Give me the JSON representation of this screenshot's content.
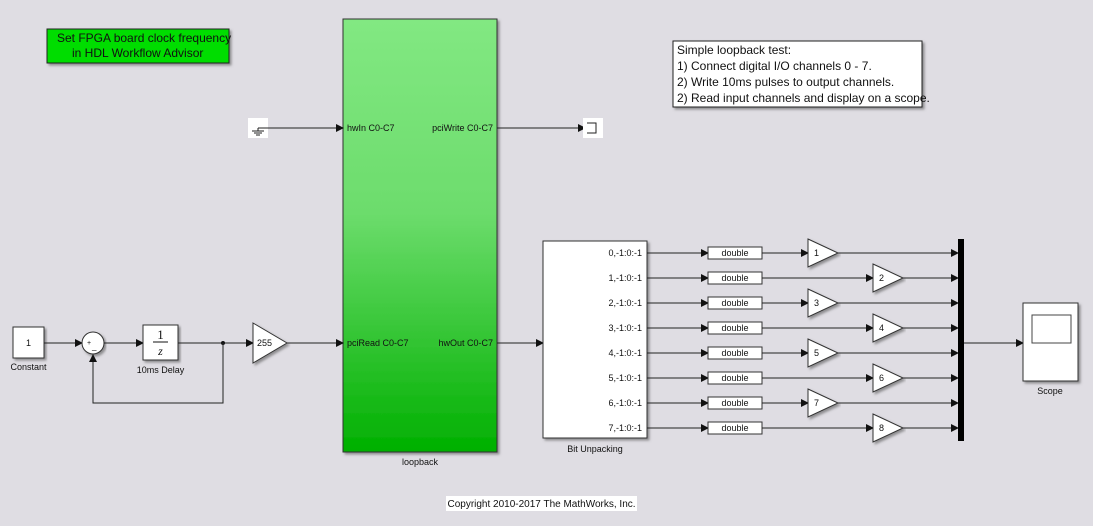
{
  "annotations": {
    "fpga_note": [
      "Set FPGA board clock frequency",
      "in HDL Workflow Advisor"
    ],
    "test_note": [
      "Simple loopback test:",
      "1) Connect digital I/O channels 0 - 7.",
      "2) Write 10ms pulses to output channels.",
      "2) Read input channels and display on a scope."
    ],
    "copyright": "Copyright 2010-2017 The MathWorks, Inc."
  },
  "blocks": {
    "constant": {
      "value": "1",
      "label": "Constant"
    },
    "sum": {
      "signs": "+-"
    },
    "delay": {
      "numerator": "1",
      "denominator": "z",
      "label": "10ms Delay"
    },
    "gain_main": {
      "value": "255"
    },
    "loopback": {
      "label": "loopback",
      "ports": {
        "hwIn": "hwIn C0-C7",
        "pciWrite": "pciWrite C0-C7",
        "pciRead": "pciRead C0-C7",
        "hwOut": "hwOut C0-C7"
      }
    },
    "bit_unpacking": {
      "label": "Bit Unpacking"
    },
    "scope": {
      "label": "Scope"
    }
  },
  "channels": [
    {
      "port": "0,-1:0:-1",
      "convert": "double",
      "gain": "1"
    },
    {
      "port": "1,-1:0:-1",
      "convert": "double",
      "gain": "2"
    },
    {
      "port": "2,-1:0:-1",
      "convert": "double",
      "gain": "3"
    },
    {
      "port": "3,-1:0:-1",
      "convert": "double",
      "gain": "4"
    },
    {
      "port": "4,-1:0:-1",
      "convert": "double",
      "gain": "5"
    },
    {
      "port": "5,-1:0:-1",
      "convert": "double",
      "gain": "6"
    },
    {
      "port": "6,-1:0:-1",
      "convert": "double",
      "gain": "7"
    },
    {
      "port": "7,-1:0:-1",
      "convert": "double",
      "gain": "8"
    }
  ],
  "colors": {
    "canvas": "#dfdde3",
    "fpga_note_bg": "#00dd00",
    "loopback_top": "#82e882",
    "loopback_bottom": "#00b000"
  }
}
